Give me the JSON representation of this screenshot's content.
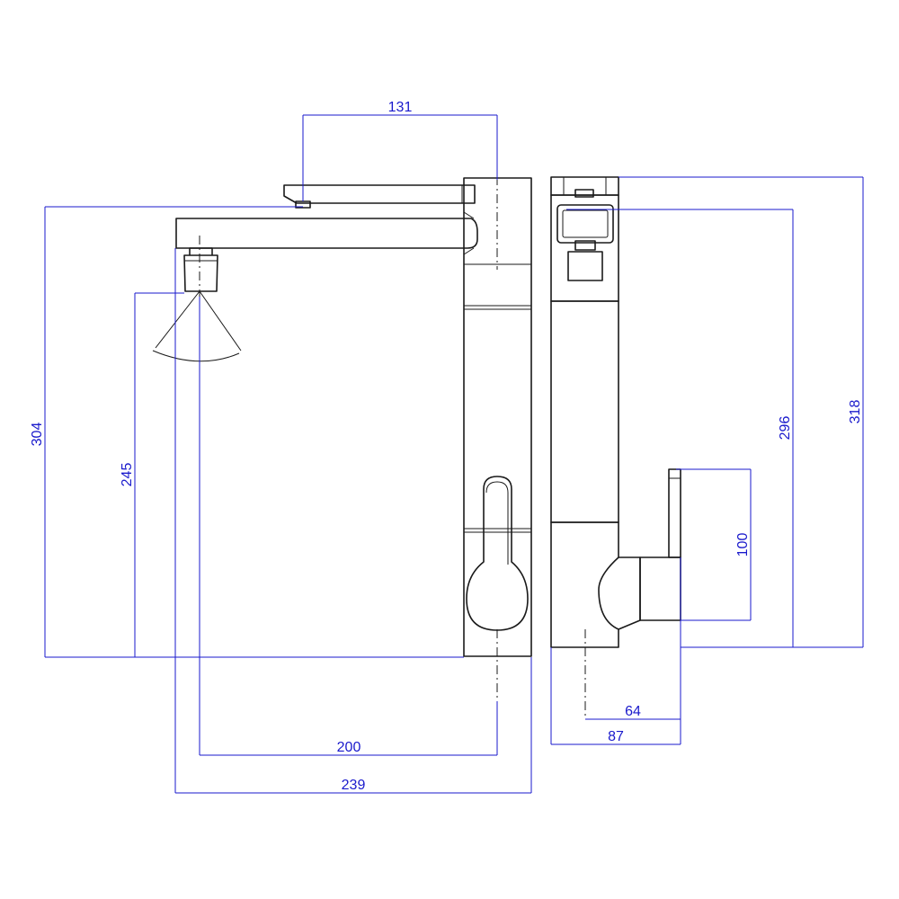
{
  "dimensions": {
    "spout_reach_top": "131",
    "overall_height": "304",
    "outlet_height": "245",
    "spout_reach": "200",
    "overall_width": "239",
    "side_total_height": "318",
    "side_outlet_height": "296",
    "handle_height": "100",
    "handle_offset": "64",
    "base_depth": "87"
  },
  "colors": {
    "outline": "#1a1a1a",
    "dimension": "#1a1acc",
    "background": "#ffffff"
  }
}
